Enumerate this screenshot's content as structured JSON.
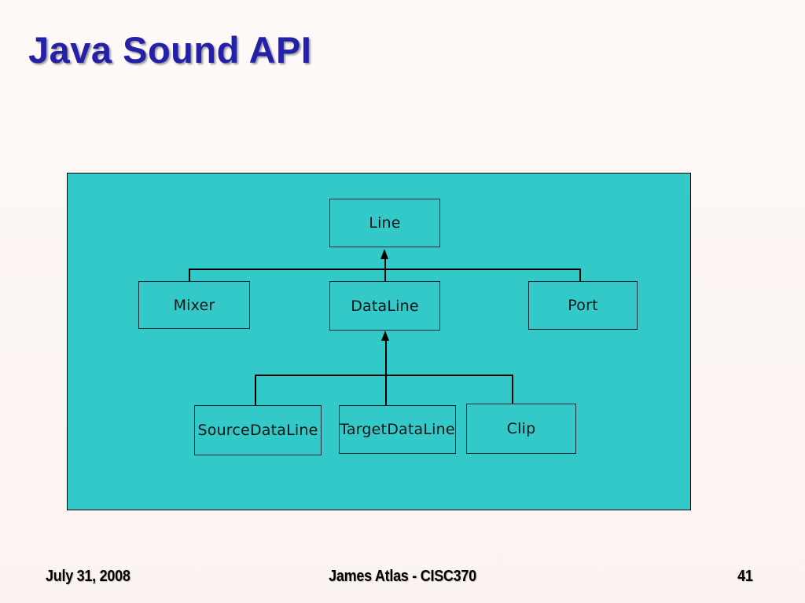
{
  "slide": {
    "title": "Java Sound API",
    "footer": {
      "date": "July 31, 2008",
      "credit": "James Atlas - CISC370",
      "page_number": "41"
    },
    "colors": {
      "background": "#FBF4F1",
      "title_text": "#2421A6",
      "panel_fill": "#34C9C9",
      "connector": "#000000"
    }
  },
  "diagram": {
    "type": "class-hierarchy",
    "nodes": {
      "line": {
        "label": "Line"
      },
      "mixer": {
        "label": "Mixer"
      },
      "dataline": {
        "label": "DataLine"
      },
      "port": {
        "label": "Port"
      },
      "sourcedataline": {
        "label": "SourceDataLine"
      },
      "targetdataline": {
        "label": "TargetDataLine"
      },
      "clip": {
        "label": "Clip"
      }
    },
    "edges": [
      {
        "child": "Mixer",
        "parent": "Line"
      },
      {
        "child": "DataLine",
        "parent": "Line"
      },
      {
        "child": "Port",
        "parent": "Line"
      },
      {
        "child": "SourceDataLine",
        "parent": "DataLine"
      },
      {
        "child": "TargetDataLine",
        "parent": "DataLine"
      },
      {
        "child": "Clip",
        "parent": "DataLine"
      }
    ]
  }
}
